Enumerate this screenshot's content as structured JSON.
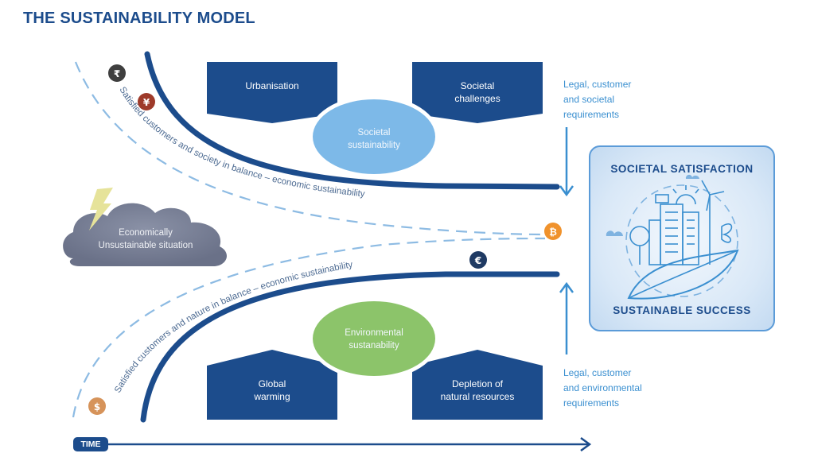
{
  "title": "THE SUSTAINABILITY MODEL",
  "top_boxes": [
    {
      "label_lines": [
        "Urbanisation"
      ]
    },
    {
      "label_lines": [
        "Societal",
        "challenges"
      ]
    }
  ],
  "bottom_boxes": [
    {
      "label_lines": [
        "Global",
        "warming"
      ]
    },
    {
      "label_lines": [
        "Depletion of",
        "natural resources"
      ]
    }
  ],
  "societal_ellipse": {
    "label_lines": [
      "Societal",
      "sustainability"
    ],
    "color": "#7db9e8"
  },
  "environmental_ellipse": {
    "label_lines": [
      "Environmental",
      "sustanability"
    ],
    "color": "#8cc46a"
  },
  "cloud": {
    "label_lines": [
      "Economically",
      "Unsustainable situation"
    ]
  },
  "upper_path_text": "Satisfied customers and society in balance – economic sustainability",
  "lower_path_text": "Satisfied customers and nature in balance – economic sustainability",
  "requirements_top": {
    "lines": [
      "Legal, customer",
      "and societal",
      "requirements"
    ]
  },
  "requirements_bottom": {
    "lines": [
      "Legal, customer",
      "and environmental",
      "requirements"
    ]
  },
  "panel": {
    "heading": "SOCIETAL SATISFACTION",
    "footer": "SUSTAINABLE SUCCESS",
    "illustration": "city-on-leaf-icon"
  },
  "coins": [
    {
      "symbol": "₹",
      "name": "rupee-coin-icon",
      "color": "#3f3f3f"
    },
    {
      "symbol": "¥",
      "name": "yen-coin-icon",
      "color": "#9e3a2a"
    },
    {
      "symbol": "₿",
      "name": "bitcoin-coin-icon",
      "color": "#f0922c"
    },
    {
      "symbol": "€",
      "name": "euro-coin-icon",
      "color": "#1f3a63"
    },
    {
      "symbol": "$",
      "name": "dollar-coin-icon",
      "color": "#d6935a"
    }
  ],
  "time_label": "TIME",
  "colors": {
    "navy": "#1c4c8c",
    "light_blue": "#3a8fd0",
    "dashed": "#8dbbe3"
  }
}
